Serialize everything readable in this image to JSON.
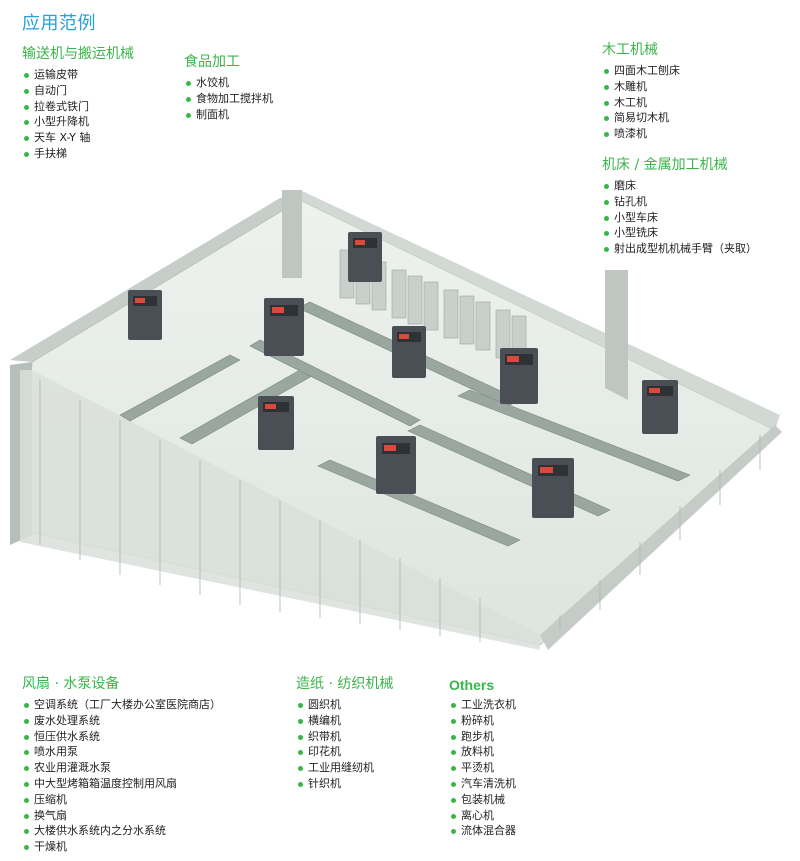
{
  "page_title": "应用范例",
  "groups": {
    "conveyor": {
      "title": "输送机与搬运机械",
      "items": [
        "运输皮带",
        "自动门",
        "拉卷式铁门",
        "小型升降机",
        "天车 X-Y 轴",
        "手扶梯"
      ]
    },
    "food": {
      "title": "食品加工",
      "items": [
        "水饺机",
        "食物加工搅拌机",
        "制面机"
      ]
    },
    "woodworking": {
      "title": "木工机械",
      "items": [
        "四面木工刨床",
        "木雕机",
        "木工机",
        "简易切木机",
        "喷漆机"
      ]
    },
    "machine_tool": {
      "title": "机床 / 金属加工机械",
      "items": [
        "磨床",
        "钻孔机",
        "小型车床",
        "小型铣床",
        "射出成型机机械手臂（夹取）"
      ]
    },
    "fan_pump": {
      "title": "风扇 · 水泵设备",
      "items": [
        "空调系统（工厂大楼办公室医院商店）",
        "废水处理系统",
        "恒压供水系统",
        "喷水用泵",
        "农业用灌溉水泵",
        "中大型烤箱箱温度控制用风扇",
        "压缩机",
        "换气扇",
        "大楼供水系统内之分水系统",
        "干燥机"
      ]
    },
    "paper_textile": {
      "title": "造纸 · 纺织机械",
      "items": [
        "圆织机",
        "横编机",
        "织带机",
        "印花机",
        "工业用缝纫机",
        "针织机"
      ]
    },
    "others": {
      "title": "Others",
      "items": [
        "工业洗衣机",
        "粉碎机",
        "跑步机",
        "放料机",
        "平烫机",
        "汽车清洗机",
        "包装机械",
        "离心机",
        "流体混合器"
      ]
    }
  },
  "colors": {
    "title_blue": "#2a9fd8",
    "group_green": "#3ab54a",
    "floor": "#e6ece7",
    "wall": "#c9cfcb",
    "drive_body": "#4a4f55"
  },
  "icons": {
    "bullet": "green-dot",
    "drive": "ac-drive-icon"
  }
}
